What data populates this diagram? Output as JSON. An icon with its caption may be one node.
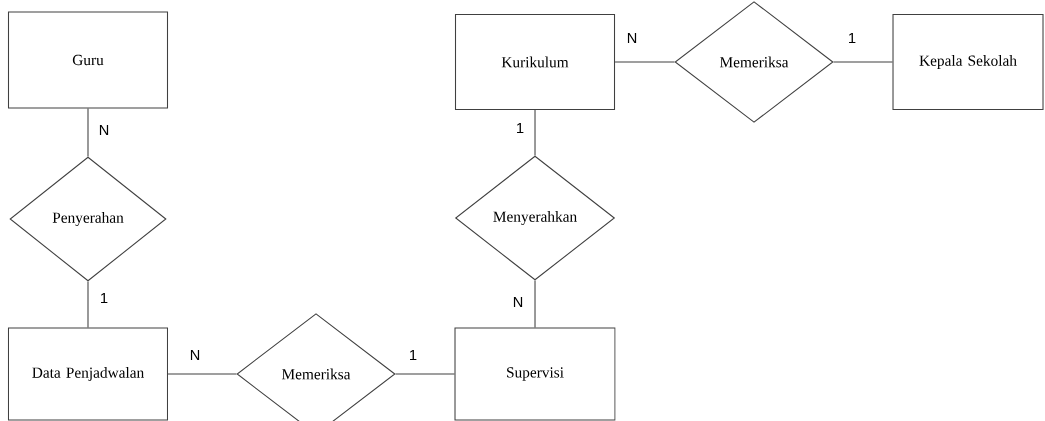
{
  "diagram": {
    "nodes": [
      {
        "text": [
          "Guru"
        ]
      },
      {
        "text": [
          "Kurikulum"
        ]
      },
      {
        "text": [
          "Memeriksa"
        ]
      },
      {
        "text": [
          "Kepala Sekolah"
        ]
      },
      {
        "text": [
          "Penyerahan"
        ]
      },
      {
        "text": [
          "Menyerahkan"
        ]
      },
      {
        "text": [
          "Data Penjadwalan"
        ]
      },
      {
        "text": [
          "Memeriksa"
        ]
      },
      {
        "text": [
          "Supervisi"
        ]
      }
    ],
    "edges": [
      {
        "from": 0,
        "to": 4,
        "arrow": "none",
        "label": "N"
      },
      {
        "from": 4,
        "to": 6,
        "arrow": "none",
        "label": "1"
      },
      {
        "from": 1,
        "to": 2,
        "arrow": "none",
        "label": "N"
      },
      {
        "from": 2,
        "to": 3,
        "arrow": "none",
        "label": "1"
      },
      {
        "from": 1,
        "to": 5,
        "arrow": "none",
        "label": "1"
      },
      {
        "from": 5,
        "to": 8,
        "arrow": "none",
        "label": "N"
      },
      {
        "from": 6,
        "to": 7,
        "arrow": "none",
        "label": "N"
      },
      {
        "from": 7,
        "to": 8,
        "arrow": "none",
        "label": "1"
      }
    ]
  }
}
